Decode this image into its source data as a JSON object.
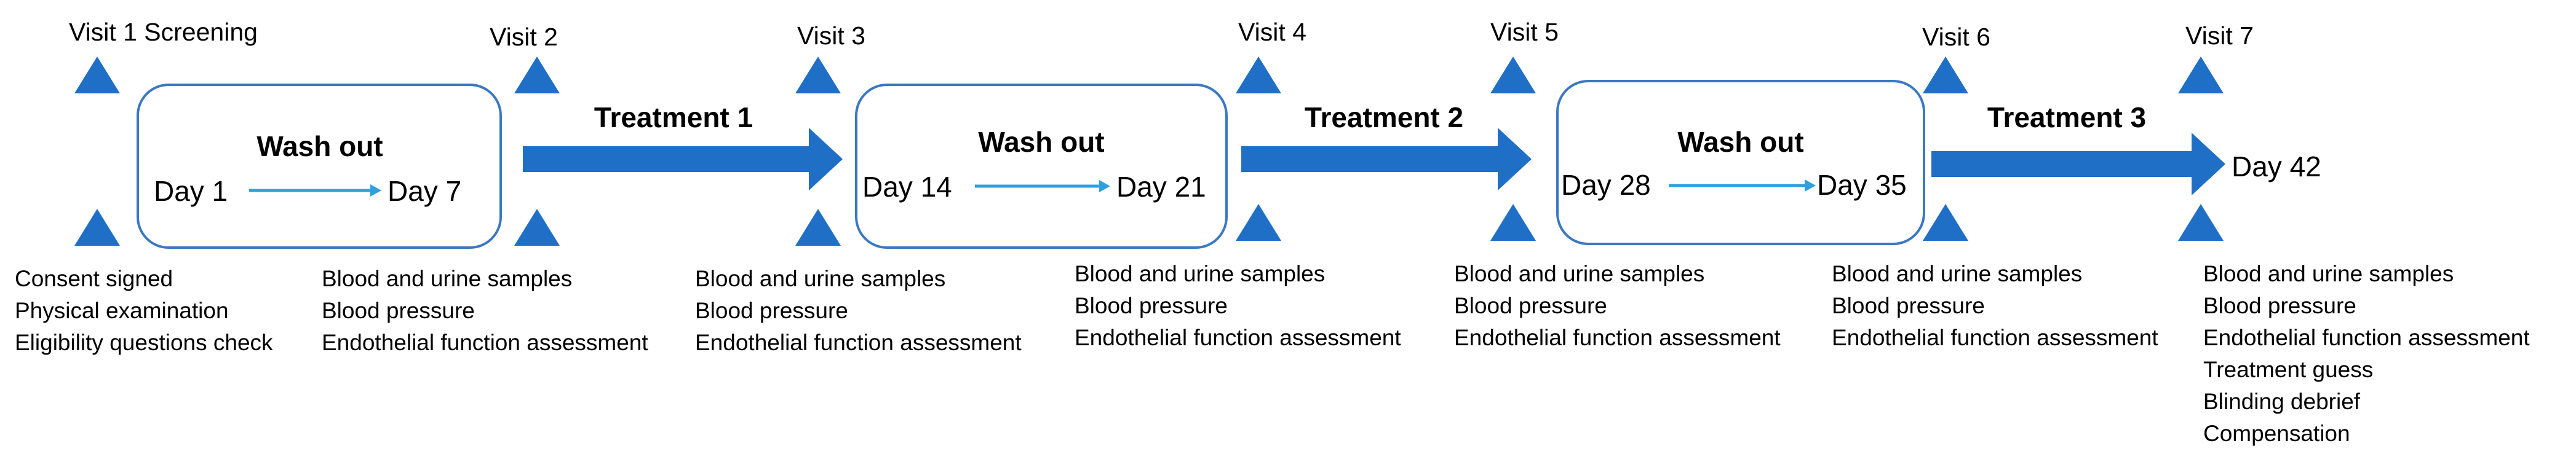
{
  "colors": {
    "accent": "#1f6fc7",
    "box_border": "#3a78c4",
    "day_arrow": "#2ea0e0",
    "text": "#000000"
  },
  "visits": [
    {
      "label": "Visit 1 Screening"
    },
    {
      "label": "Visit 2"
    },
    {
      "label": "Visit 3"
    },
    {
      "label": "Visit 4"
    },
    {
      "label": "Visit 5"
    },
    {
      "label": "Visit 6"
    },
    {
      "label": "Visit 7"
    }
  ],
  "washouts": [
    {
      "title": "Wash out",
      "start": "Day 1",
      "end": "Day 7"
    },
    {
      "title": "Wash out",
      "start": "Day 14",
      "end": "Day 21"
    },
    {
      "title": "Wash out",
      "start": "Day 28",
      "end": "Day 35"
    }
  ],
  "treatments": [
    {
      "label": "Treatment 1"
    },
    {
      "label": "Treatment 2"
    },
    {
      "label": "Treatment 3"
    }
  ],
  "final_day": "Day 42",
  "assessments": [
    {
      "items": [
        "Consent signed",
        "Physical examination",
        "Eligibility questions check"
      ]
    },
    {
      "items": [
        "Blood and urine samples",
        "Blood pressure",
        "Endothelial function assessment"
      ]
    },
    {
      "items": [
        "Blood and urine samples",
        "Blood pressure",
        "Endothelial function assessment"
      ]
    },
    {
      "items": [
        "Blood and urine samples",
        "Blood pressure",
        "Endothelial function assessment"
      ]
    },
    {
      "items": [
        "Blood and urine samples",
        "Blood pressure",
        "Endothelial function assessment"
      ]
    },
    {
      "items": [
        "Blood and urine samples",
        "Blood pressure",
        "Endothelial function assessment"
      ]
    },
    {
      "items": [
        "Blood and urine samples",
        "Blood pressure",
        "Endothelial function assessment",
        "Treatment guess",
        "Blinding debrief",
        "Compensation"
      ]
    }
  ]
}
